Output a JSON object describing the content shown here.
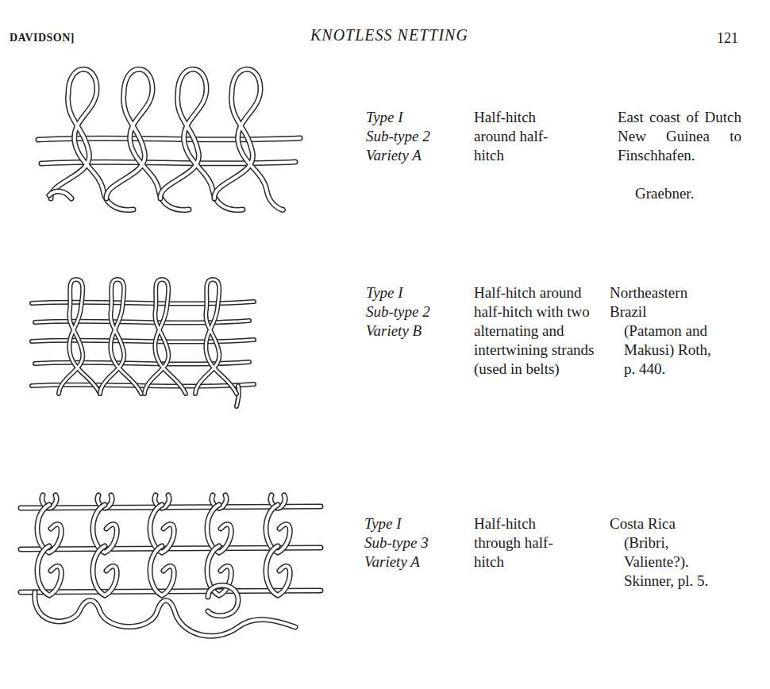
{
  "diagram": {
    "labels": [
      "DAVIDSON]",
      "KNOTLESS NETTING",
      "121",
      "Type I",
      "Sub-type 2",
      "Variety A",
      "Half-hitch around half-hitch",
      "East coast of Dutch New Guinea to Finschhafen.",
      "Graebner.",
      "Type I",
      "Sub-type 2",
      "Variety B",
      "Half-hitch around half-hitch with two alternating and intertwining strands (used in belts)",
      "Northeastern Brazil",
      "(Patamon and Makusi) Roth, p. 440.",
      "Type I",
      "Sub-type 3",
      "Variety A",
      "Half-hitch through half-hitch",
      "Costa Rica",
      "(Bribri, Valiente?). Skinner, pl. 5."
    ]
  }
}
